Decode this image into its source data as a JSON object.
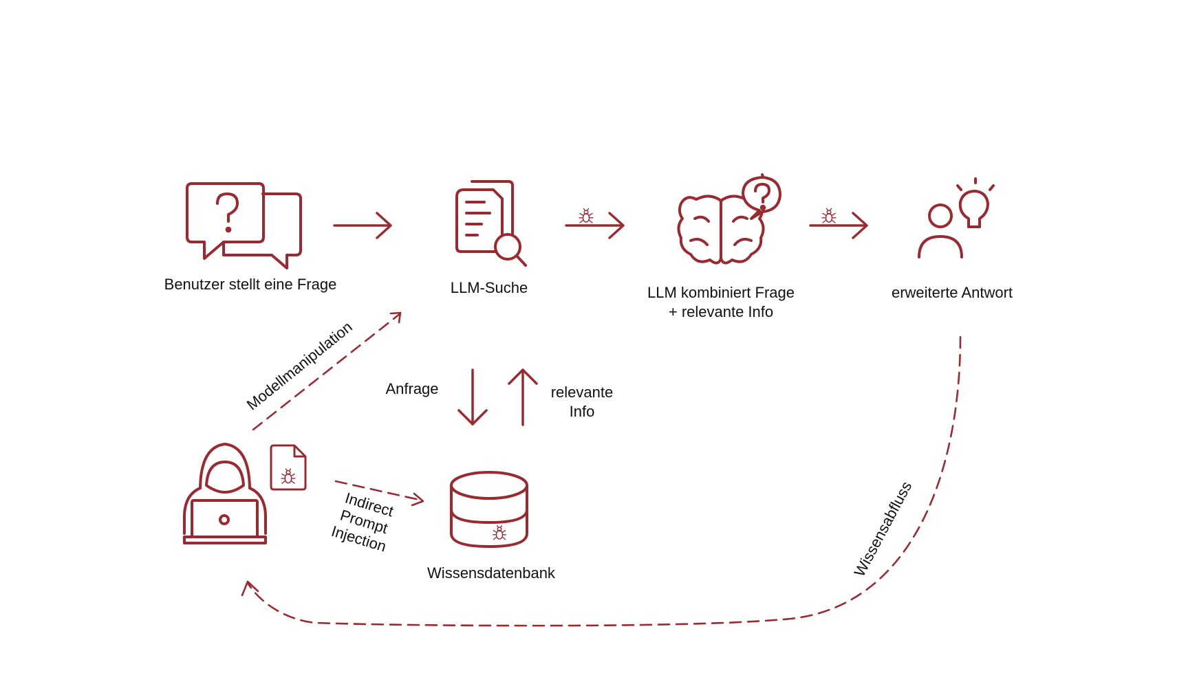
{
  "colors": {
    "accent": "#9b2a30",
    "text": "#111111",
    "background": "#ffffff"
  },
  "nodes": {
    "user_question": {
      "label": "Benutzer stellt eine Frage",
      "icon": "chat-question-icon"
    },
    "llm_search": {
      "label": "LLM-Suche",
      "icon": "document-search-icon"
    },
    "llm_combine": {
      "label_line1": "LLM kombiniert Frage",
      "label_line2": "+ relevante Info",
      "icon": "brain-question-icon"
    },
    "answer": {
      "label": "erweiterte Antwort",
      "icon": "person-lightbulb-icon"
    },
    "knowledge_base": {
      "label": "Wissensdatenbank",
      "icon": "database-bug-icon"
    },
    "attacker": {
      "icon": "hacker-laptop-icon",
      "file_icon": "malicious-file-icon"
    }
  },
  "edges": {
    "query": {
      "label": "Anfrage"
    },
    "relevant_info": {
      "label_line1": "relevante",
      "label_line2": "Info"
    },
    "model_manipulation": {
      "label": "Modellmanipulation"
    },
    "indirect_injection": {
      "label_line1": "Indirect",
      "label_line2": "Prompt",
      "label_line3": "Injection"
    },
    "knowledge_leak": {
      "label": "Wissensabfluss"
    }
  }
}
